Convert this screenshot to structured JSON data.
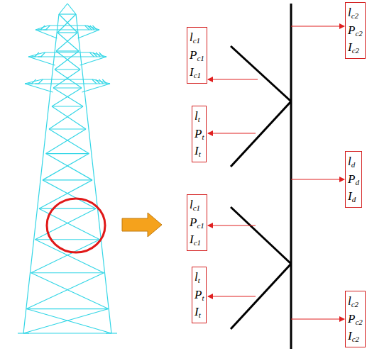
{
  "diagram": {
    "nodes": [
      {
        "text": [
          "lc1",
          "Pc1",
          "Ic1"
        ]
      },
      {
        "text": [
          "lt",
          "Pt",
          "It"
        ]
      },
      {
        "text": [
          "lc1",
          "Pc1",
          "Ic1"
        ]
      },
      {
        "text": [
          "lt",
          "Pt",
          "It"
        ]
      },
      {
        "text": [
          "lc2",
          "Pc2",
          "Ic2"
        ]
      },
      {
        "text": [
          "ld",
          "Pd",
          "Id"
        ]
      },
      {
        "text": [
          "lc2",
          "Pc2",
          "Ic2"
        ]
      }
    ]
  }
}
